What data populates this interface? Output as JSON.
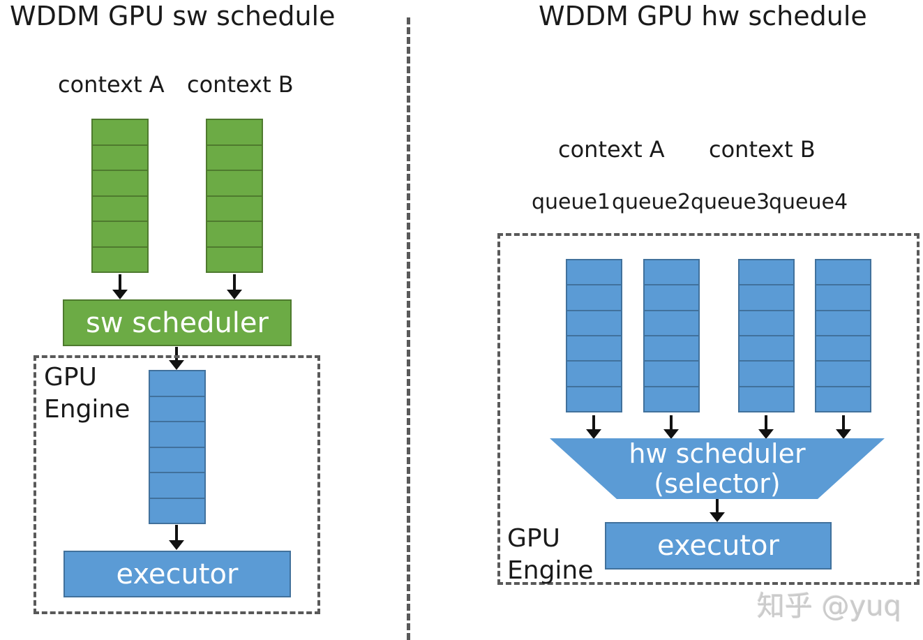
{
  "left": {
    "title": "WDDM GPU sw schedule",
    "context_a": "context A",
    "context_b": "context B",
    "queue_segments": 6,
    "scheduler": "sw scheduler",
    "gpu_engine_line1": "GPU",
    "gpu_engine_line2": "Engine",
    "executor": "executor"
  },
  "right": {
    "title": "WDDM GPU hw schedule",
    "context_a": "context A",
    "context_b": "context B",
    "queues": [
      "queue1",
      "queue2",
      "queue3",
      "queue4"
    ],
    "queue_segments": 6,
    "scheduler_line1": "hw scheduler",
    "scheduler_line2": "(selector)",
    "gpu_engine_line1": "GPU",
    "gpu_engine_line2": "Engine",
    "executor": "executor"
  },
  "watermark": {
    "text": "知乎 @yuq"
  },
  "colors": {
    "green_fill": "#6cab45",
    "green_border": "#4e7a2e",
    "blue_fill": "#5b9bd5",
    "blue_border": "#41719c",
    "dash": "#595959",
    "text": "#1a1a1a",
    "box_text": "#ffffff",
    "watermark": "#cbcbcb"
  }
}
